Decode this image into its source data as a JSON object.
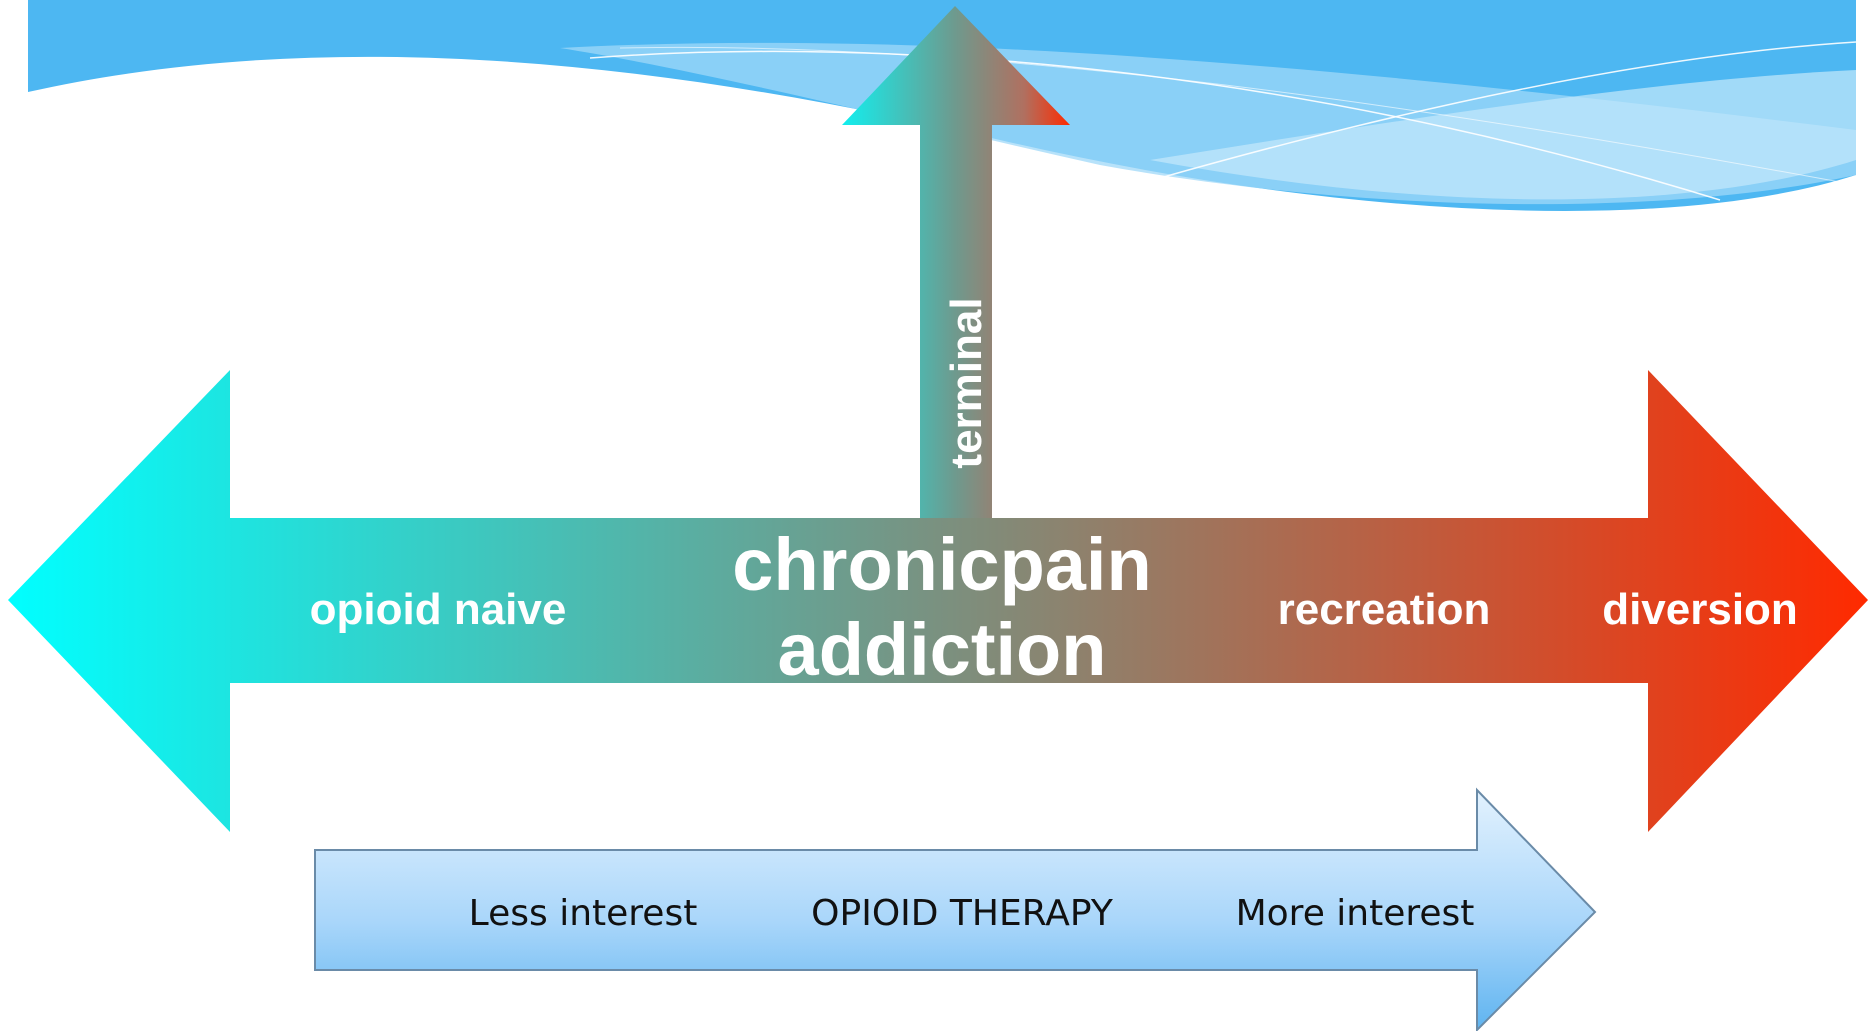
{
  "diagram": {
    "spectrum": {
      "left_label": "opioid naive",
      "center_line1": "chronicpain",
      "center_line2": "addiction",
      "right_label_1": "recreation",
      "right_label_2": "diversion",
      "start_color": "#00FFFF",
      "end_color": "#FF2A00"
    },
    "vertical_branch": {
      "label": "terminal"
    },
    "therapy_arrow": {
      "left_label": "Less interest",
      "center_label": "OPIOID THERAPY",
      "right_label": "More interest",
      "fill_top": "#E3F2FE",
      "fill_bottom": "#5FB4F0",
      "outline": "#6A8BA8"
    },
    "background": {
      "banner_color": "#4DB7F2"
    }
  }
}
